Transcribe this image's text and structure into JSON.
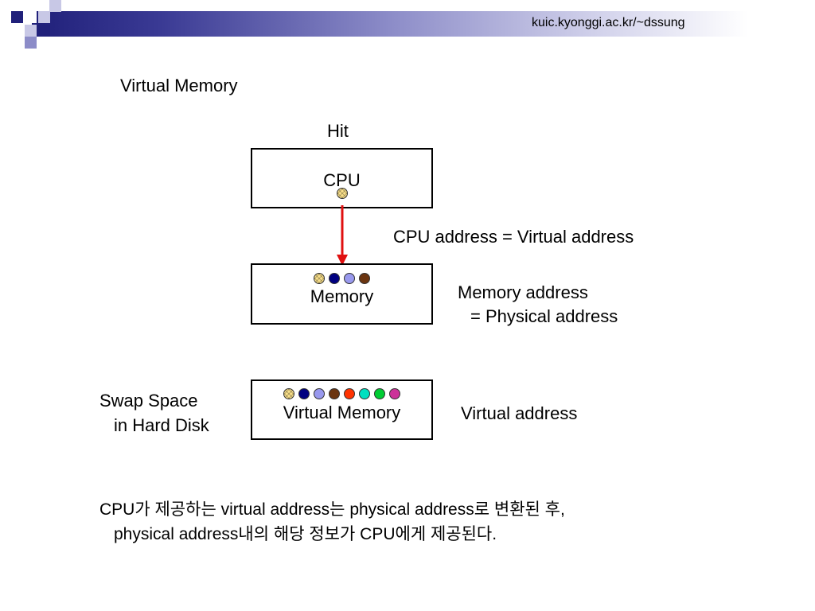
{
  "header": {
    "url": "kuic.kyonggi.ac.kr/~dssung"
  },
  "slide": {
    "title": "Virtual Memory",
    "hit_label": "Hit",
    "cpu_box": {
      "label": "CPU"
    },
    "memory_box": {
      "label": "Memory"
    },
    "virtual_box": {
      "label": "Virtual Memory"
    },
    "cpu_address_text": "CPU address = Virtual address",
    "memory_address_line1": "Memory address",
    "memory_address_line2": "= Physical address",
    "virtual_address_text": "Virtual address",
    "swap_line1": "Swap Space",
    "swap_line2": "in Hard Disk",
    "note_line1": "CPU가 제공하는 virtual address는 physical address로 변환된 후,",
    "note_line2": "physical address내의 해당 정보가 CPU에게 제공된다."
  },
  "colors": {
    "arrow": "#e01010",
    "memory_dots": [
      "#fae08a",
      "#000080",
      "#9999ee",
      "#6b3510"
    ],
    "virtual_dots": [
      "#fae08a",
      "#000080",
      "#9999ee",
      "#6b3510",
      "#ff3300",
      "#00e0c0",
      "#00cc33",
      "#cc3399"
    ]
  }
}
